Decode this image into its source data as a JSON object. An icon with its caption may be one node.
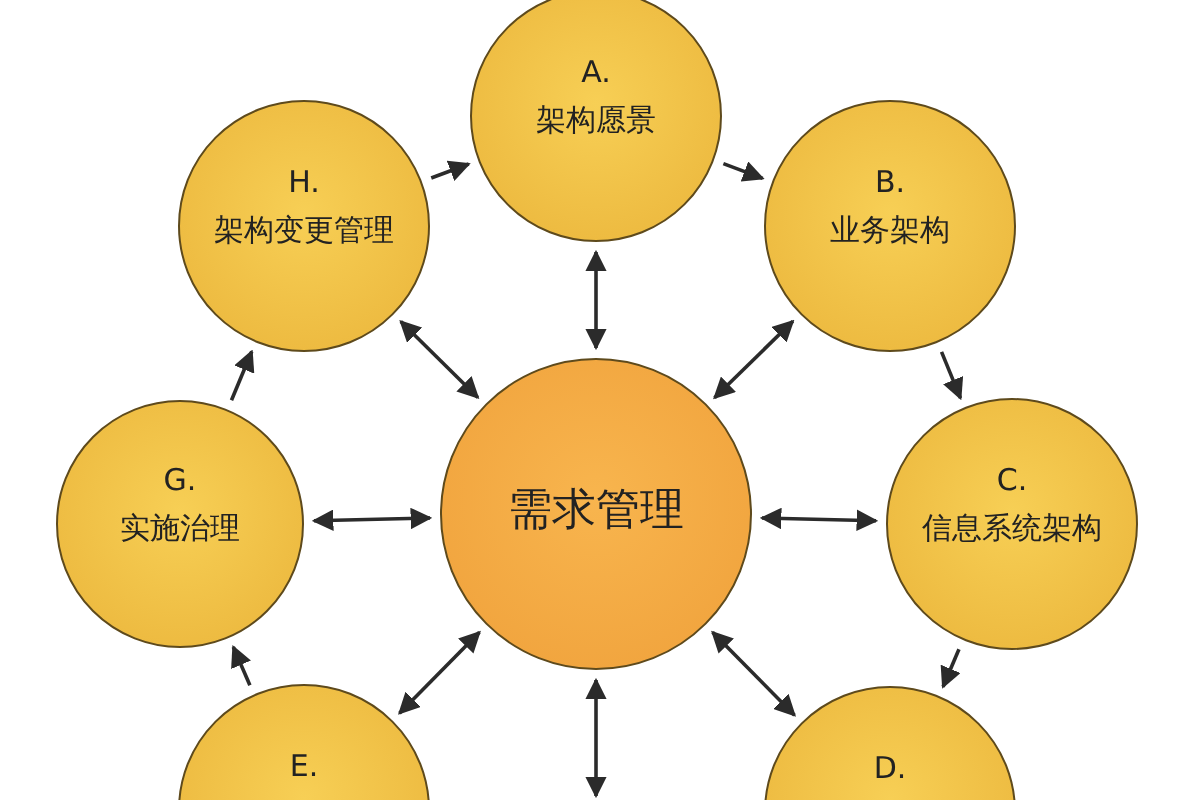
{
  "diagram": {
    "nodes": [
      {
        "text": [
          "A.",
          "架构愿景"
        ]
      },
      {
        "text": [
          "H.",
          "架构变更管理"
        ]
      },
      {
        "text": [
          "B.",
          "业务架构"
        ]
      },
      {
        "text": [
          "需求管理"
        ]
      },
      {
        "text": [
          "G.",
          "实施治理"
        ]
      },
      {
        "text": [
          "C.",
          "信息系统架构"
        ]
      },
      {
        "text": [
          "E."
        ]
      },
      {
        "text": [
          "D."
        ]
      }
    ],
    "edges": [
      {
        "from": 1,
        "to": 0,
        "arrow": "to"
      },
      {
        "from": 0,
        "to": 2,
        "arrow": "to"
      },
      {
        "from": 2,
        "to": 5,
        "arrow": "to"
      },
      {
        "from": 5,
        "to": 7,
        "arrow": "to"
      },
      {
        "from": 6,
        "to": 4,
        "arrow": "to"
      },
      {
        "from": 4,
        "to": 1,
        "arrow": "to"
      },
      {
        "from": 3,
        "to": 0,
        "arrow": "both"
      },
      {
        "from": 3,
        "to": 2,
        "arrow": "both"
      },
      {
        "from": 3,
        "to": 5,
        "arrow": "both"
      },
      {
        "from": 3,
        "to": 7,
        "arrow": "both"
      },
      {
        "from": 3,
        "to": null,
        "arrow": "both"
      },
      {
        "from": 3,
        "to": 6,
        "arrow": "both"
      },
      {
        "from": 3,
        "to": 4,
        "arrow": "both"
      },
      {
        "from": 3,
        "to": 1,
        "arrow": "both"
      }
    ]
  }
}
